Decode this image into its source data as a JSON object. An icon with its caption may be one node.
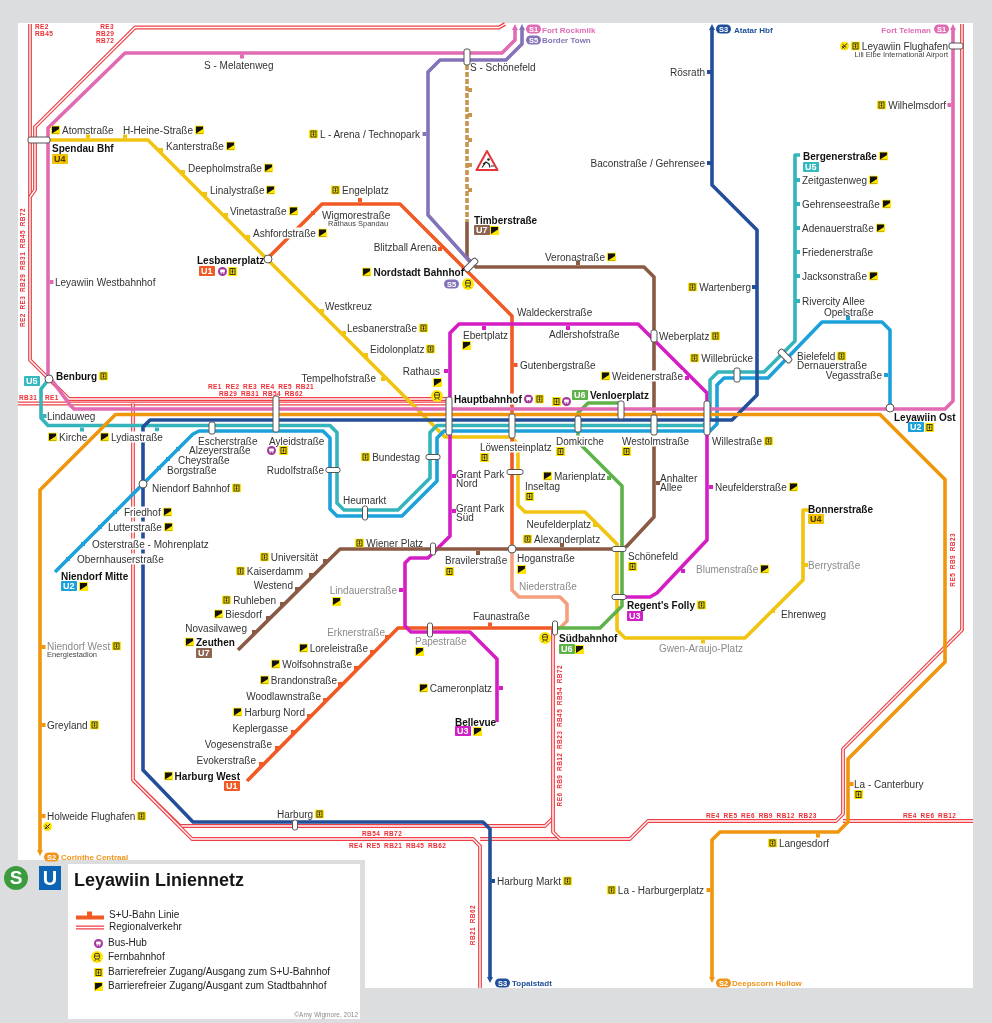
{
  "diagram": {
    "title": "Leyawiin Liniennetz",
    "nodes": [
      {
        "text": [
          "S1"
        ],
        "beside": [
          "Fort Rockmilk"
        ]
      },
      {
        "text": [
          "S3"
        ],
        "beside": [
          "Atatar Hbf"
        ]
      },
      {
        "text": [
          "S1"
        ],
        "beside": [
          "Fort Teleman"
        ]
      },
      {
        "text": [
          "S5"
        ],
        "beside": [
          "Border Town"
        ]
      },
      {
        "text": [
          "S5"
        ]
      },
      {
        "text": [
          "S2"
        ],
        "beside": [
          "Corinthe Centraal"
        ]
      },
      {
        "text": [
          "S3"
        ],
        "beside": [
          "Topalstadt"
        ]
      },
      {
        "text": [
          "S2"
        ],
        "beside": [
          "Deepscorn Hollow"
        ]
      }
    ],
    "edges": [
      {
        "from": 0,
        "to": 2,
        "arrow": "both",
        "color": "#e06bb3"
      },
      {
        "from": 1,
        "to": 6,
        "arrow": "both",
        "color": "#234f9a"
      },
      {
        "from": 4,
        "to": 3,
        "arrow": "to",
        "color": "#8473b8"
      },
      {
        "from": 5,
        "to": 7,
        "arrow": "both",
        "color": "#f0960c"
      }
    ],
    "labels": [
      "RE2 RB45",
      "RE3 RB29 RB72",
      "Leyawiin Flughafen",
      "Lili Elbe International Airport",
      "S - Melatenweg",
      "S - Schönefeld",
      "Rösrath",
      "Wilhelmsdorf",
      "Atomstraße",
      "H-Heine-Straße",
      "L - Arena / Technopark",
      "Spendau Bhf",
      "Kanterstraße",
      "Bergenerstraße",
      "U4",
      "Baconstraße / Gehrensee",
      "U5",
      "Deepholmstraße",
      "Zeitgastenweg",
      "Linalystraße",
      "Engelplatz",
      "Gehrenseestraße",
      "Vinetastraße",
      "Wigmorestraße",
      "Timberstraße",
      "Rathaus Spandau",
      "Adenauerstraße",
      "U7",
      "Ashfordstraße",
      "Blitzball Arena",
      "Friedenerstraße",
      "Veronastraße",
      "Lesbanerplatz",
      "U1",
      "Nordstadt Bahnhof",
      "Jacksonstraße",
      "Leyawiin Westbahnhof",
      "Wartenberg",
      "Rivercity Allee",
      "Westkreuz",
      "Waldeckerstraße",
      "Opelstraße",
      "Lesbanerstraße",
      "Adlershofstraße",
      "Ebertplatz",
      "Weberplatz",
      "Eidolonplatz",
      "Bielefeld",
      "Willebrücke",
      "Dernauerstraße",
      "Gutenbergstraße",
      "Rathaus",
      "Vegasstraße",
      "Weidenerstraße",
      "Benburg",
      "Tempelhofstraße",
      "U5",
      "RE1 RE2 RE3 RE4 RE5 RB21 RB29 RB31 RB54 RB62",
      "RB31",
      "RE1",
      "U6",
      "Venloerplatz",
      "Hauptbahnhof",
      "Lindauweg",
      "Leyawiin Ost",
      "U2",
      "Kirche",
      "Lydiastraße",
      "Willestraße",
      "Escherstraße",
      "Ayleidstraße",
      "Domkirche",
      "Westolmstraße",
      "Löwensteinplatz",
      "Alzeyerstraße",
      "Bundestag",
      "Cheystraße",
      "Borgstraße",
      "Rudolfstraße",
      "Grant Park Nord",
      "Marienplatz",
      "Anhalter Allee",
      "Inseltag",
      "Neufelderstraße",
      "Niendorf Bahnhof",
      "Heumarkt",
      "Bonnerstraße",
      "Grant Park Süd",
      "Friedhof",
      "U4",
      "Neufelderplatz",
      "Lutterstraße",
      "Alexanderplatz",
      "Wiener Platz",
      "Osterstraße - Mohrenplatz",
      "Schönefeld",
      "Universität",
      "Hoganstraße",
      "Bravilerstraße",
      "Obernhauserstraße",
      "Berrystraße",
      "Blumenstraße",
      "Kaiserdamm",
      "Niendorf Mitte",
      "Westend",
      "U2",
      "Niederstraße",
      "Lindauerstraße",
      "Ruhleben",
      "Regent's Folly",
      "Ehrenweg",
      "Biesdorf",
      "U3",
      "Faunastraße",
      "Novasilvaweg",
      "Erknerstraße",
      "Südbahnhof",
      "Papestraße",
      "Zeuthen",
      "Niendorf West",
      "Loreleistraße",
      "U6",
      "Gwen-Araujo-Platz",
      "U7",
      "Energiestadion",
      "Wolfsohnstraße",
      "Brandonstraße",
      "Cameronplatz",
      "Woodlawnstraße",
      "Harburg Nord",
      "Bellevue",
      "Greyland",
      "Keplergasse",
      "U3",
      "Vogesenstraße",
      "Evokerstraße",
      "Harburg West",
      "La - Canterbury",
      "U1",
      "Harburg",
      "RE4 RE5 RE6 RB9 RB12 RB23",
      "RE4 RE6 RB12",
      "Holweide Flughafen",
      "RB54 RB72",
      "Langesdorf",
      "RE4 RE5 RB21 RB45 RB62",
      "S",
      "U",
      "Harburg Markt",
      "La - Harburgerplatz",
      "RE2 RE3 RB29 RB31 RB45 RB72",
      "RE5 RB9 RB23",
      "RE6 RB9 RB12 RB23 RB45 RB54 RB72",
      "RB21 RB62",
      "©Amy Wigmore, 2012"
    ],
    "legend": [
      {
        "text": "S+U-Bahn Linie"
      },
      {
        "text": "Regionalverkehr"
      },
      {
        "text": "Bus-Hub"
      },
      {
        "text": "Fernbahnhof"
      },
      {
        "text": "Barrierefreier Zugang/Ausgang zum S+U-Bahnhof"
      },
      {
        "text": "Barrierefreier Zugang/Ausgant zum Stadtbahnhof"
      }
    ]
  }
}
